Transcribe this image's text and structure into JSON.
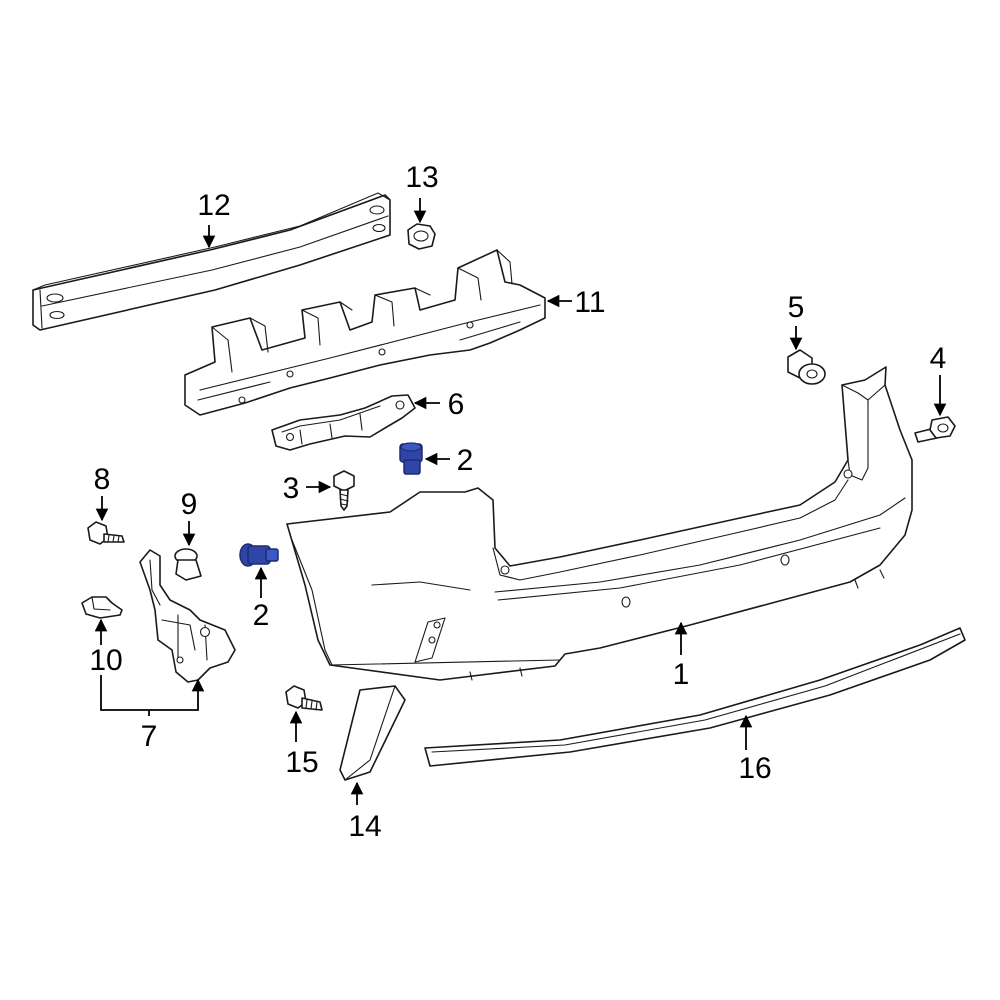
{
  "colors": {
    "line": "#1a1a1a",
    "highlight": "#2f46a8",
    "highlight_dark": "#1d2c70",
    "background": "#ffffff"
  },
  "callouts": {
    "c1": "1",
    "c2_upper": "2",
    "c2_lower": "2",
    "c3": "3",
    "c4": "4",
    "c5": "5",
    "c6": "6",
    "c7": "7",
    "c8": "8",
    "c9": "9",
    "c10": "10",
    "c11": "11",
    "c12": "12",
    "c13": "13",
    "c14": "14",
    "c15": "15",
    "c16": "16"
  }
}
